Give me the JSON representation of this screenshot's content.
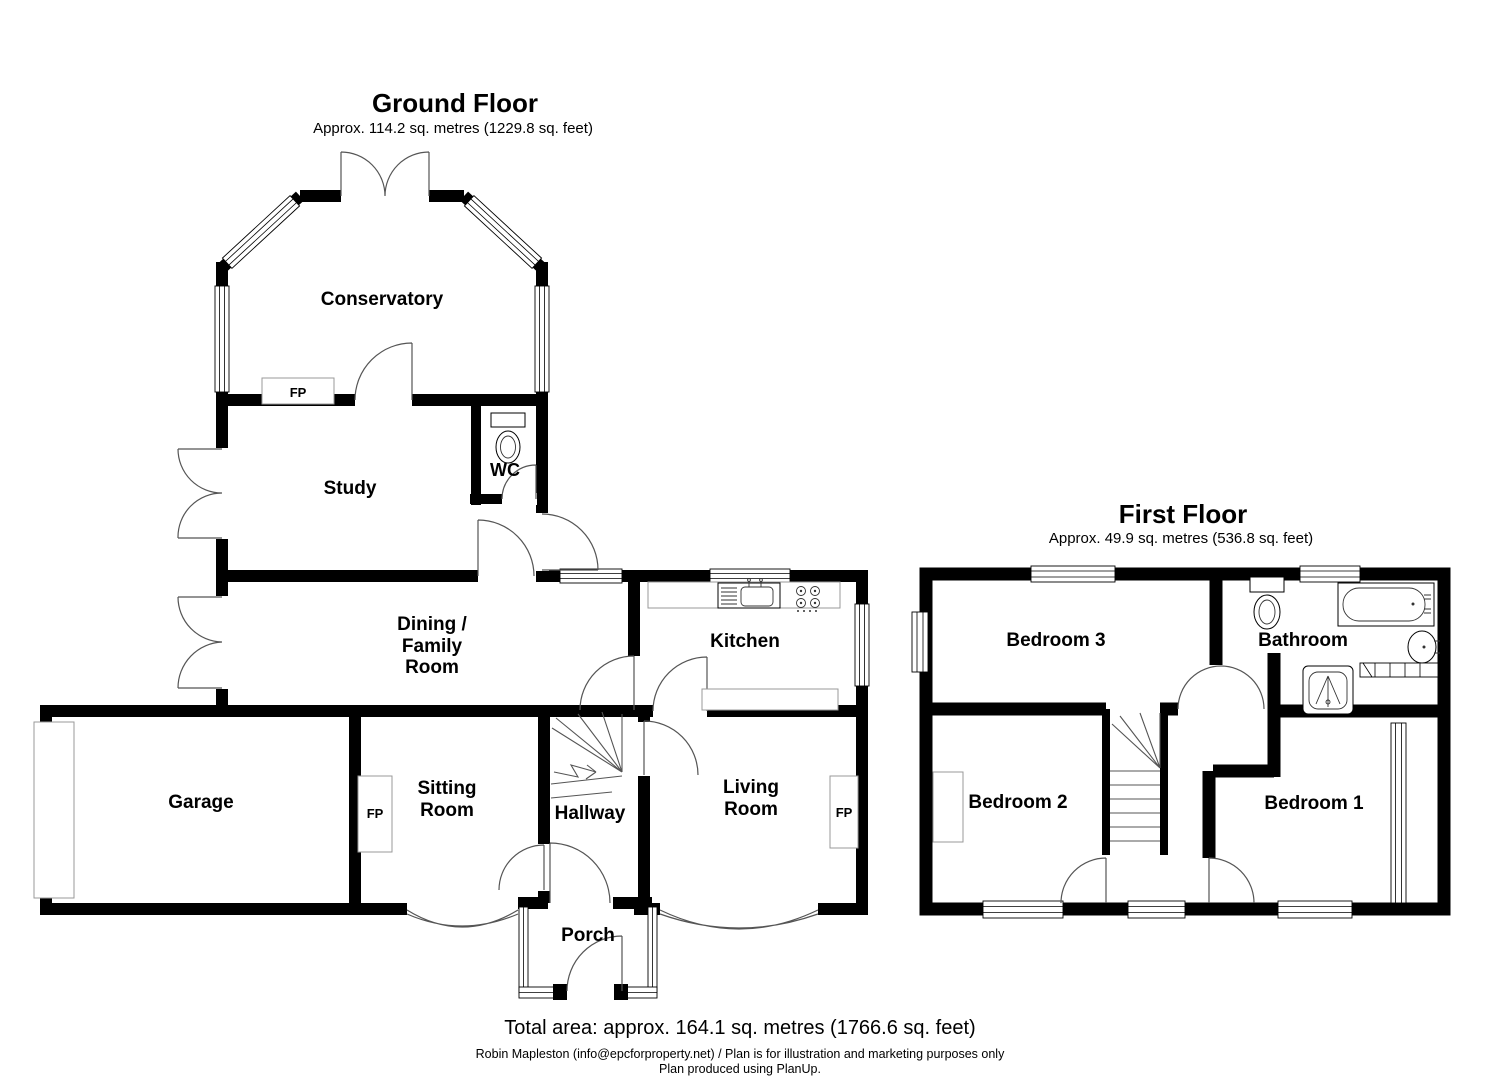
{
  "ground_floor": {
    "title": "Ground Floor",
    "area_label": "Approx. 114.2 sq. metres (1229.8 sq. feet)",
    "fireplace_label": "FP",
    "rooms": {
      "conservatory": "Conservatory",
      "study": "Study",
      "wc": "WC",
      "dining_family_line1": "Dining /",
      "dining_family_line2": "Family",
      "dining_family_line3": "Room",
      "kitchen": "Kitchen",
      "garage": "Garage",
      "sitting_room_line1": "Sitting",
      "sitting_room_line2": "Room",
      "hallway": "Hallway",
      "living_room_line1": "Living",
      "living_room_line2": "Room",
      "porch": "Porch"
    }
  },
  "first_floor": {
    "title": "First Floor",
    "area_label": "Approx. 49.9 sq. metres (536.8 sq. feet)",
    "rooms": {
      "bedroom_3": "Bedroom 3",
      "bathroom": "Bathroom",
      "bedroom_2": "Bedroom 2",
      "bedroom_1": "Bedroom 1"
    }
  },
  "footer": {
    "total_area": "Total area: approx. 164.1 sq. metres (1766.6 sq. feet)",
    "disclaimer": "Robin Mapleston (info@epcforproperty.net) / Plan is for illustration and marketing purposes only",
    "produced_with": "Plan produced using PlanUp."
  },
  "colors": {
    "wall": "#000000",
    "background": "#ffffff",
    "thin_line": "#555555"
  }
}
